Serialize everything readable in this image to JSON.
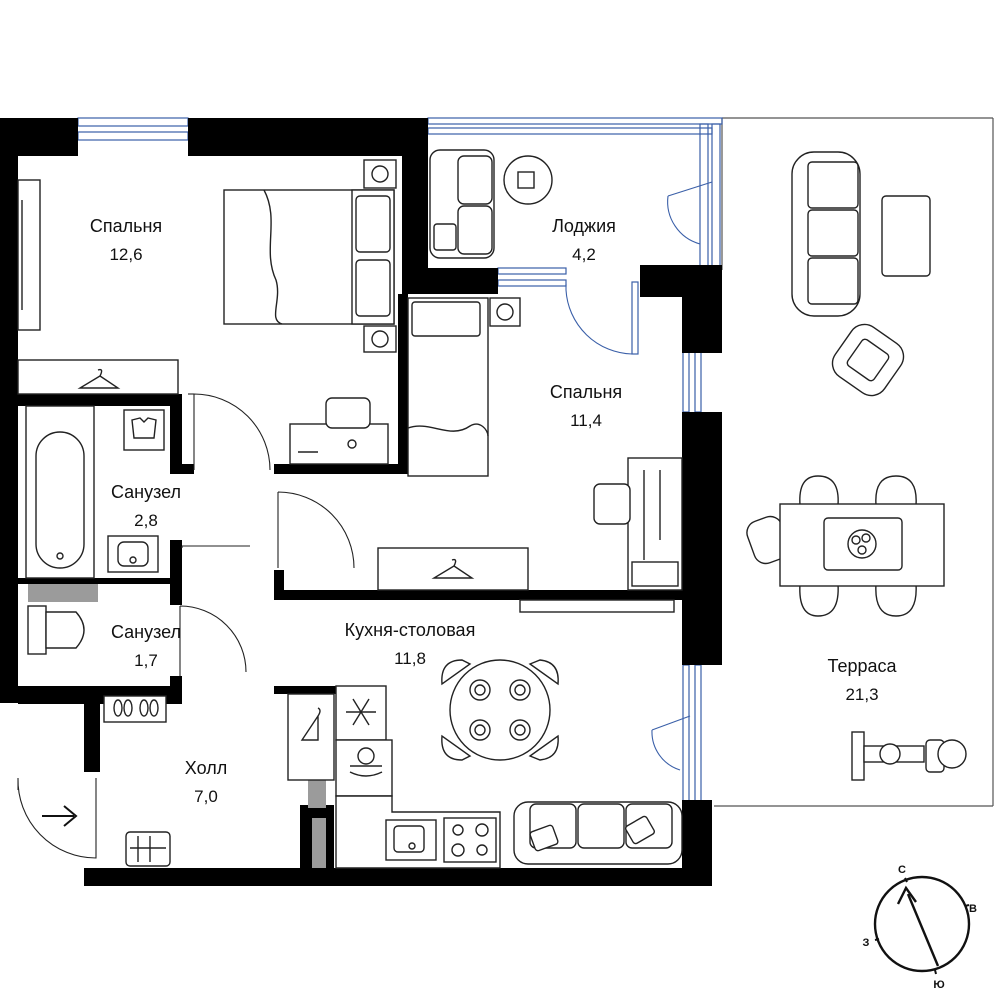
{
  "rooms": [
    {
      "id": "bedroom-1",
      "label": "Спальня",
      "area": "12,6"
    },
    {
      "id": "loggia",
      "label": "Лоджия",
      "area": "4,2"
    },
    {
      "id": "bedroom-2",
      "label": "Спальня",
      "area": "11,4"
    },
    {
      "id": "bathroom-1",
      "label": "Санузел",
      "area": "2,8"
    },
    {
      "id": "bathroom-2",
      "label": "Санузел",
      "area": "1,7"
    },
    {
      "id": "kitchen",
      "label": "Кухня-столовая",
      "area": "11,8"
    },
    {
      "id": "hall",
      "label": "Холл",
      "area": "7,0"
    },
    {
      "id": "terrace",
      "label": "Терраса",
      "area": "21,3"
    }
  ],
  "compass": {
    "north": "С",
    "east": "В",
    "south": "Ю",
    "west": "З"
  },
  "icons": {
    "entrance": "arrow-right-icon",
    "hanger": "hanger-icon",
    "snowflake": "snowflake-icon",
    "dishes": "dishes-icon",
    "shoes": "shoes-icon",
    "washer": "washing-machine-icon"
  },
  "colors": {
    "walls": "#000000",
    "glazing": "#3a5fa8",
    "furniture": "#222222",
    "utility": "#9b9b9b"
  }
}
